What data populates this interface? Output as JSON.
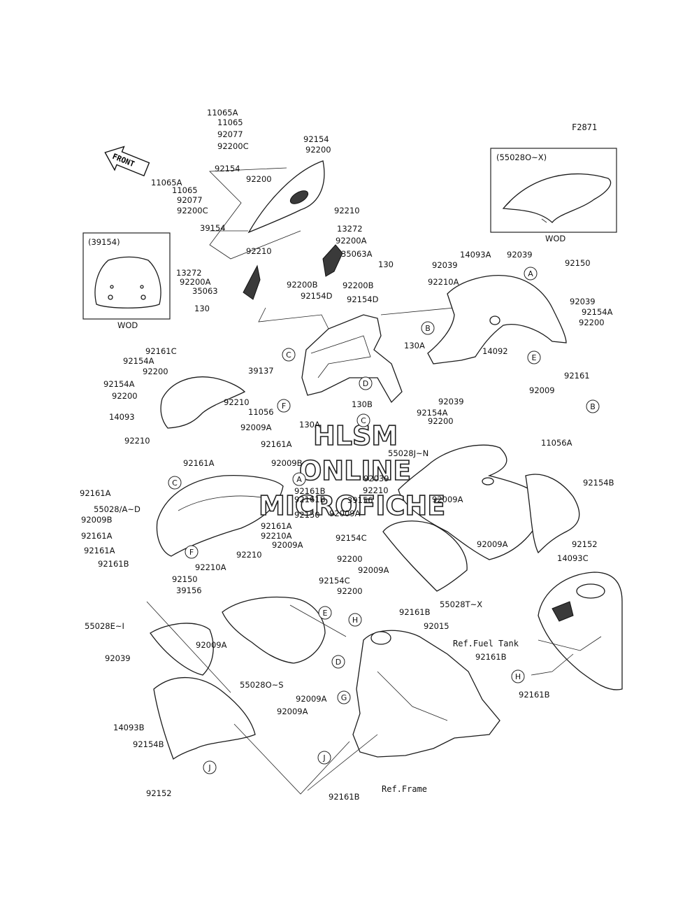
{
  "figure_code": "F2871",
  "front_arrow": "FRONT",
  "inset_left": {
    "title": "(39154)",
    "caption": "WOD"
  },
  "inset_right": {
    "title": "(55028O~X)",
    "caption": "WOD"
  },
  "watermark": {
    "line1": "HLSM",
    "line2": "ONLINE",
    "line3": "MICROFICHE"
  },
  "references": {
    "fuel_tank": "Ref.Fuel Tank",
    "frame": "Ref.Frame"
  },
  "callouts": [
    "A",
    "B",
    "C",
    "D",
    "E",
    "F",
    "G",
    "H",
    "J"
  ],
  "labels": [
    "11065A",
    "11065",
    "92077",
    "92200C",
    "92154",
    "92200",
    "92154",
    "92200",
    "11065A",
    "11065",
    "92077",
    "92200C",
    "92210",
    "13272",
    "92200A",
    "39154",
    "92210",
    "35063A",
    "130",
    "13272",
    "92200A",
    "92200B",
    "35063",
    "92200B",
    "92154D",
    "92154D",
    "130",
    "14093A",
    "92039",
    "92039",
    "92150",
    "92210A",
    "92039",
    "92154A",
    "92200",
    "14092",
    "130A",
    "92161C",
    "92154A",
    "92200",
    "39137",
    "92154A",
    "92200",
    "92210",
    "11056",
    "14093",
    "92009A",
    "130B",
    "92039",
    "92154A",
    "92200",
    "92009",
    "92161",
    "11056A",
    "92210",
    "130A",
    "92161A",
    "92161A",
    "92009B",
    "55028J~N",
    "92161A",
    "92161B",
    "92161B",
    "55028/A~D",
    "92039",
    "92210",
    "39156",
    "92009A",
    "92009B",
    "92150",
    "92009A",
    "92161A",
    "92210A",
    "92161A",
    "92154B",
    "92161A",
    "92152",
    "92161B",
    "92210A",
    "92154C",
    "92200",
    "14093C",
    "92009A",
    "92150",
    "92210",
    "92009A",
    "92009A",
    "92161B",
    "55028T~X",
    "92154C",
    "92200",
    "39156",
    "92015",
    "55028E~I",
    "92009A",
    "92161B",
    "92039",
    "55028O~S",
    "92161B",
    "92009A",
    "92009A",
    "14093B",
    "92154B",
    "92152",
    "92161B"
  ]
}
